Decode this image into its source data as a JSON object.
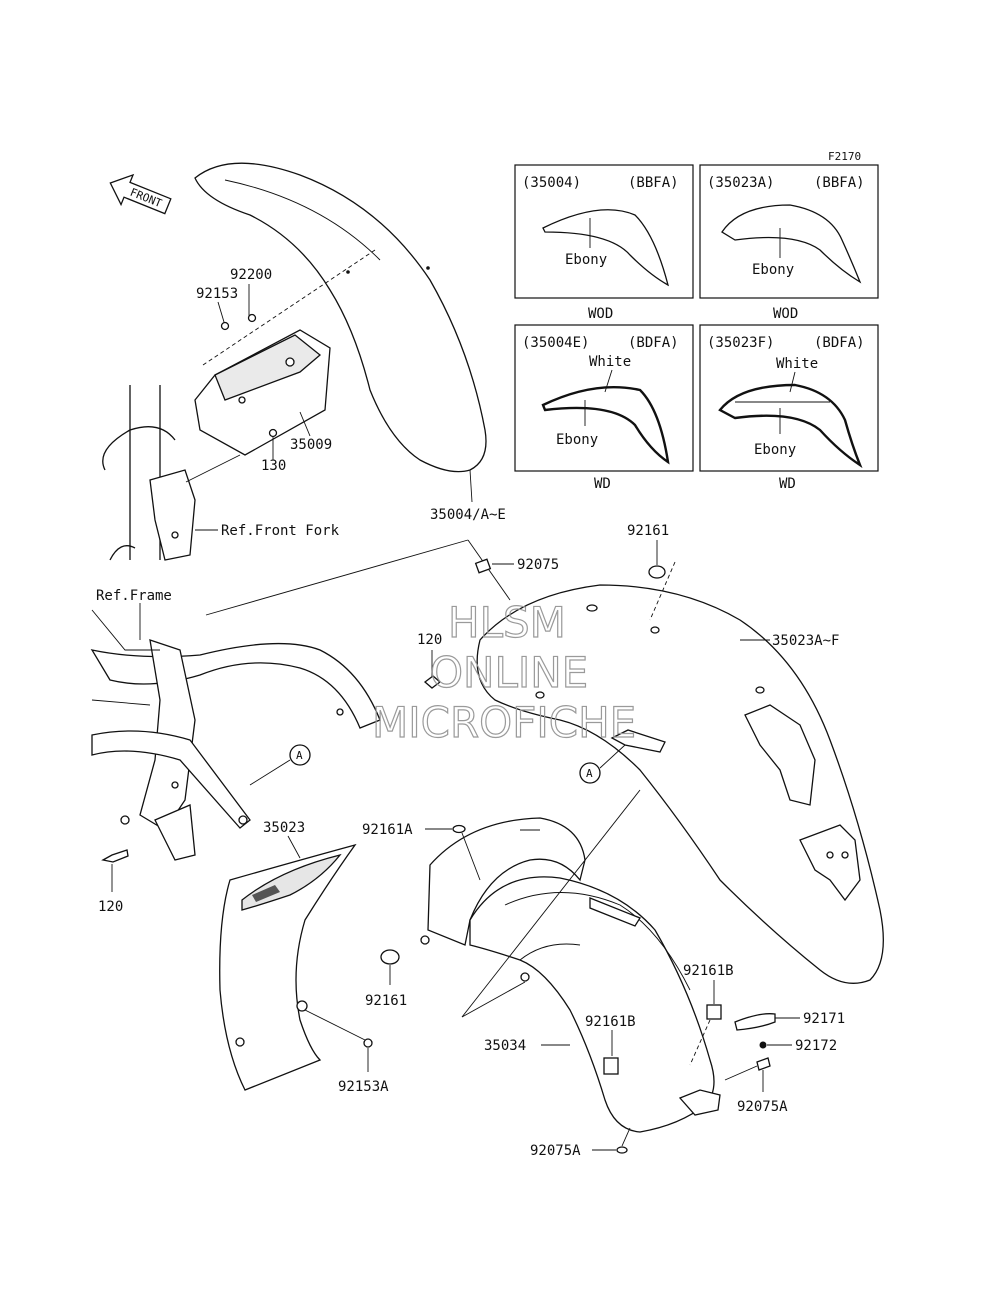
{
  "figure_code": "F2170",
  "front_arrow_label": "FRONT",
  "watermark": [
    "HLSM",
    "ONLINE",
    "MICROFICHE"
  ],
  "callout_marker": "A",
  "variants": [
    {
      "part": "(35004)",
      "code": "(BBFA)",
      "colors": [
        "Ebony"
      ],
      "caption": "WOD"
    },
    {
      "part": "(35023A)",
      "code": "(BBFA)",
      "colors": [
        "Ebony"
      ],
      "caption": "WOD"
    },
    {
      "part": "(35004E)",
      "code": "(BDFA)",
      "colors": [
        "White",
        "Ebony"
      ],
      "caption": "WD"
    },
    {
      "part": "(35023F)",
      "code": "(BDFA)",
      "colors": [
        "White",
        "Ebony"
      ],
      "caption": "WD"
    }
  ],
  "labels": {
    "p92200": "92200",
    "p92153": "92153",
    "p35009": "35009",
    "p130": "130",
    "p35004ae": "35004/A~E",
    "ref_front_fork": "Ref.Front Fork",
    "ref_frame": "Ref.Frame",
    "p92161_top": "92161",
    "p92075": "92075",
    "p120_top": "120",
    "p35023af": "35023A~F",
    "p92161a": "92161A",
    "p35023": "35023",
    "p120_bottom": "120",
    "p92161_mid": "92161",
    "p92161b_right": "92161B",
    "p92171": "92171",
    "p92172": "92172",
    "p35034": "35034",
    "p92161b_mid": "92161B",
    "p92153a": "92153A",
    "p92075a_right": "92075A",
    "p92075a_bottom": "92075A"
  }
}
